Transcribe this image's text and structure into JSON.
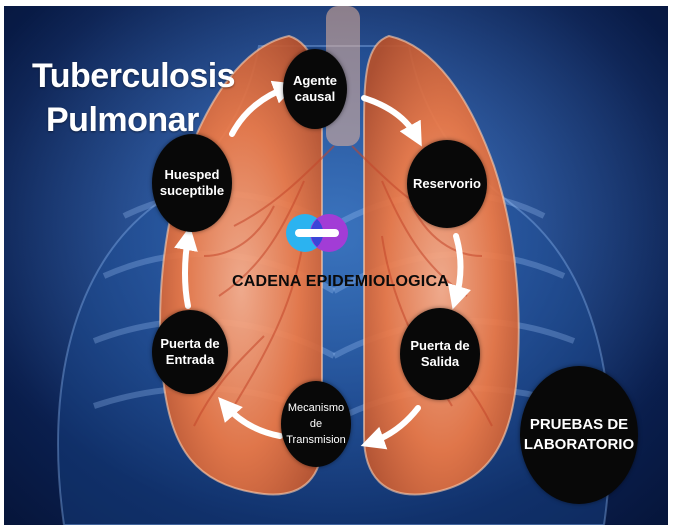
{
  "title": {
    "line1": "Tuberculosis",
    "line2": "Pulmonar"
  },
  "center_label": "CADENA EPIDEMIOLOGICA",
  "logo_icon": "prezi-logo-icon",
  "nodes": {
    "agente": "Agente\ncausal",
    "reservorio": "Reservorio",
    "salida": "Puerta de\nSalida",
    "mecanismo": "Mecanismo\nde\nTransmision",
    "entrada": "Puerta de\nEntrada",
    "huesped": "Huesped\nsuceptible",
    "pruebas": "PRUEBAS DE\nLABORATORIO"
  },
  "colors": {
    "background": "#173e80",
    "lungs": "#f07a45",
    "node": "#080808",
    "arrow": "#ffffff"
  }
}
